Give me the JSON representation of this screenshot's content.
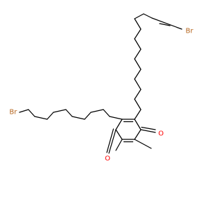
{
  "molecule": {
    "atoms": {
      "bromine_top": {
        "label": "Br",
        "color": "#b5651d"
      },
      "bromine_left": {
        "label": "Br",
        "color": "#b5651d"
      },
      "oxygen_top": {
        "label": "O",
        "color": "#ff0000"
      },
      "oxygen_bottom": {
        "label": "O",
        "color": "#ff0000"
      }
    },
    "bond_color": "#000000"
  }
}
